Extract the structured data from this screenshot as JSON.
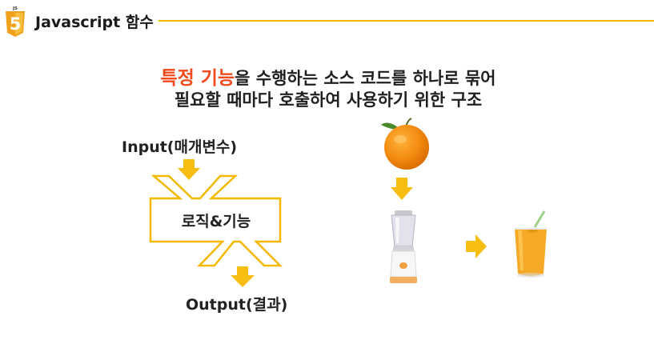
{
  "header": {
    "logo_badge": "JS",
    "logo_digit": "5",
    "title": "Javascript 함수"
  },
  "headline": {
    "line1_highlight": "특정 기능",
    "line1_rest": "을 수행하는 소스 코드를 하나로 묶어",
    "line2": "필요할 때마다 호출하여 사용하기 위한 구조"
  },
  "diagram": {
    "input_label": "Input(매개변수)",
    "logic_label": "로직&기능",
    "output_label": "Output(결과)"
  },
  "colors": {
    "accent": "#f5b800",
    "arrow": "#f6bd12",
    "highlight": "#f04a1d",
    "logo_orange": "#f0a21d"
  },
  "icons": [
    "js-logo",
    "orange-fruit-image",
    "blender-image",
    "juice-glass-image",
    "down-arrow-icon",
    "right-arrow-icon"
  ]
}
